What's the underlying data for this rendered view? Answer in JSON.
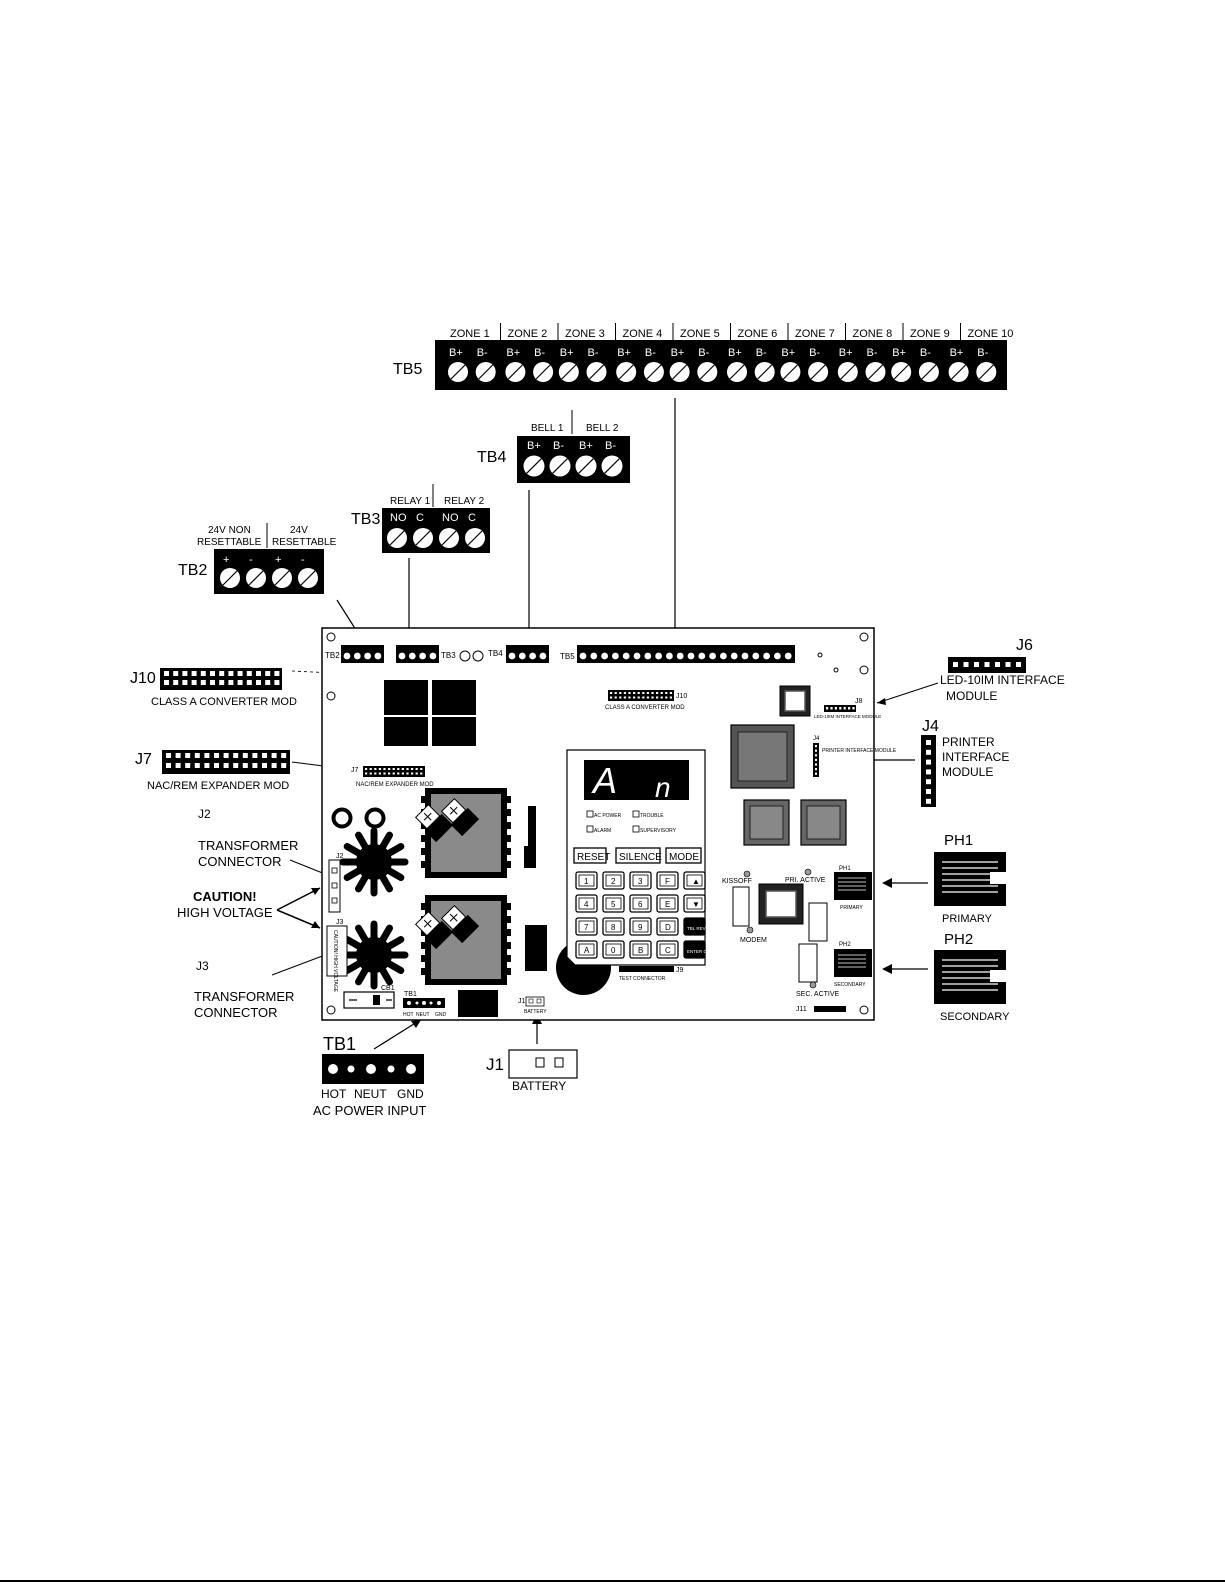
{
  "tb5": {
    "label": "TB5",
    "zones": [
      "ZONE 1",
      "ZONE 2",
      "ZONE 3",
      "ZONE 4",
      "ZONE 5",
      "ZONE 6",
      "ZONE 7",
      "ZONE 8",
      "ZONE 9",
      "ZONE 10"
    ],
    "terminal_plus": "B+",
    "terminal_minus": "B-"
  },
  "tb4": {
    "label": "TB4",
    "bells": [
      "BELL 1",
      "BELL 2"
    ],
    "terminals": [
      "B+",
      "B-",
      "B+",
      "B-"
    ]
  },
  "tb3": {
    "label": "TB3",
    "relays": [
      "RELAY 1",
      "RELAY 2"
    ],
    "terminals": [
      "NO",
      "C",
      "NO",
      "C"
    ]
  },
  "tb2": {
    "label": "TB2",
    "group1": [
      "24V NON",
      "RESETTABLE"
    ],
    "group2": [
      "24V",
      "RESETTABLE"
    ],
    "terminals": [
      "+",
      "-",
      "+",
      "-"
    ]
  },
  "j10": {
    "label": "J10",
    "caption": "CLASS A CONVERTER MOD"
  },
  "j7": {
    "label": "J7",
    "caption": "NAC/REM EXPANDER MOD"
  },
  "j2": {
    "label": "J2",
    "caption": [
      "TRANSFORMER",
      "CONNECTOR"
    ]
  },
  "caution": [
    "CAUTION!",
    "HIGH VOLTAGE"
  ],
  "j3": {
    "label": "J3",
    "caption": [
      "TRANSFORMER",
      "CONNECTOR"
    ]
  },
  "j6": {
    "label": "J6",
    "caption": [
      "LED-10IM INTERFACE",
      "MODULE"
    ]
  },
  "j4": {
    "label": "J4",
    "caption": [
      "PRINTER",
      "INTERFACE",
      "MODULE"
    ]
  },
  "ph1": {
    "label": "PH1",
    "caption": "PRIMARY"
  },
  "ph2": {
    "label": "PH2",
    "caption": "SECONDARY"
  },
  "tb1": {
    "label": "TB1",
    "terminals": [
      "HOT",
      "NEUT",
      "GND"
    ],
    "caption": "AC POWER INPUT"
  },
  "j1": {
    "label": "J1",
    "caption": "BATTERY"
  },
  "board": {
    "display_chars": [
      "A",
      "n"
    ],
    "indicators": [
      "AC POWER",
      "TROUBLE",
      "ALARM",
      "SUPERVISORY"
    ],
    "keys_top": [
      "RESET",
      "SILENCE",
      "MODE"
    ],
    "keypad": [
      [
        "1",
        "2",
        "3",
        "F",
        "▲"
      ],
      [
        "4",
        "5",
        "6",
        "E",
        "▼"
      ],
      [
        "7",
        "8",
        "9",
        "D",
        "TBL REVIEW"
      ],
      [
        "A",
        "0",
        "B",
        "C",
        "ENTER CODE"
      ]
    ],
    "kissoff": "KISSOFF",
    "modem": "MODEM",
    "pri_active": "PRI. ACTIVE",
    "sec_active": "SEC. ACTIVE",
    "test_connector": "TEST CONNECTOR",
    "j9": "J9",
    "j11": "J11",
    "cb1": "CB1",
    "j8_module": "LED-10IM INTERFACE MODULE",
    "j4_module": "PRINTER INTERFACE MODULE",
    "j8": "J8",
    "caution_small": "CAUTION! HIGH VOLTAGE"
  }
}
